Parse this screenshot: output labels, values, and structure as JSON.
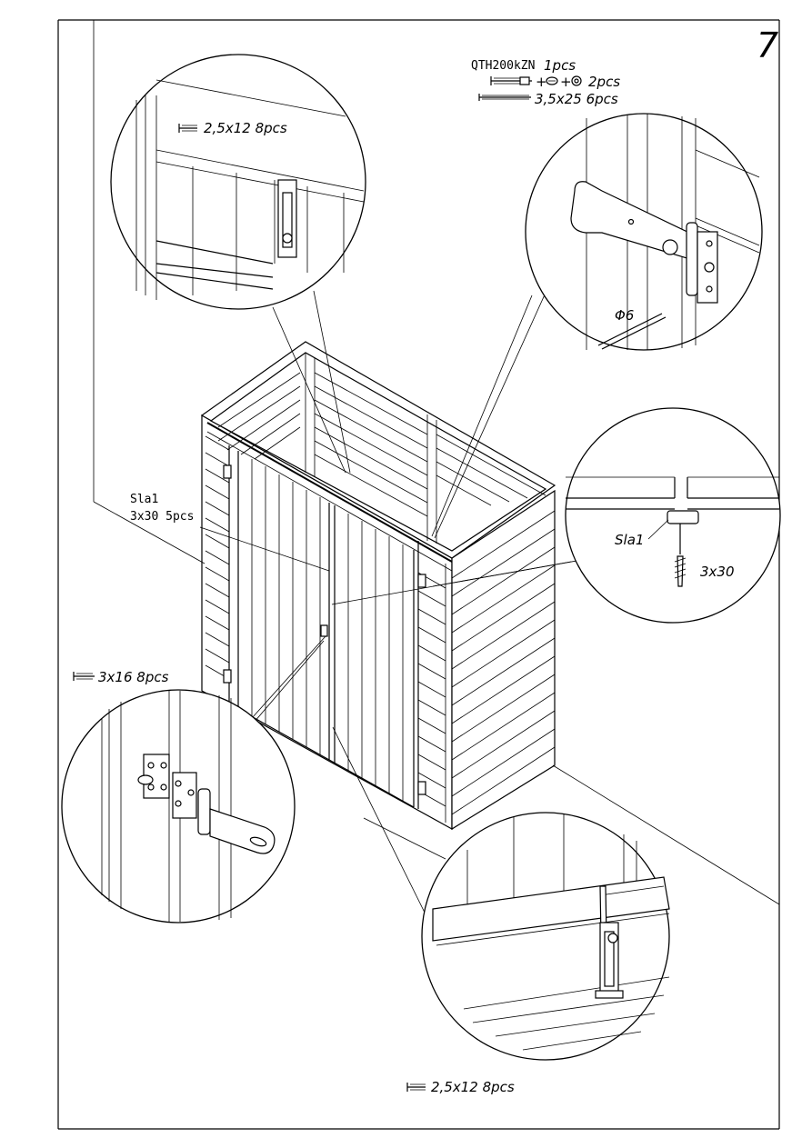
{
  "page": {
    "step_number": "7"
  },
  "labels": {
    "hinge_kit_code": "QTH200kZN",
    "hinge_kit_qty": "1pcs",
    "hinge_washers_qty": "2pcs",
    "screw_35x25": "3,5x25 6pcs",
    "drill_size": "Φ6",
    "bolt_top_screws": "2,5x12 8pcs",
    "bolt_bottom_screws": "2,5x12 8pcs",
    "hinge_screws": "3x16 8pcs",
    "sla1_part": "Sla1",
    "sla1_screws": "3x30 5pcs",
    "detail_sla1": "Sla1",
    "detail_screw": "3x30",
    "plus_1": "+",
    "plus_2": "+"
  }
}
